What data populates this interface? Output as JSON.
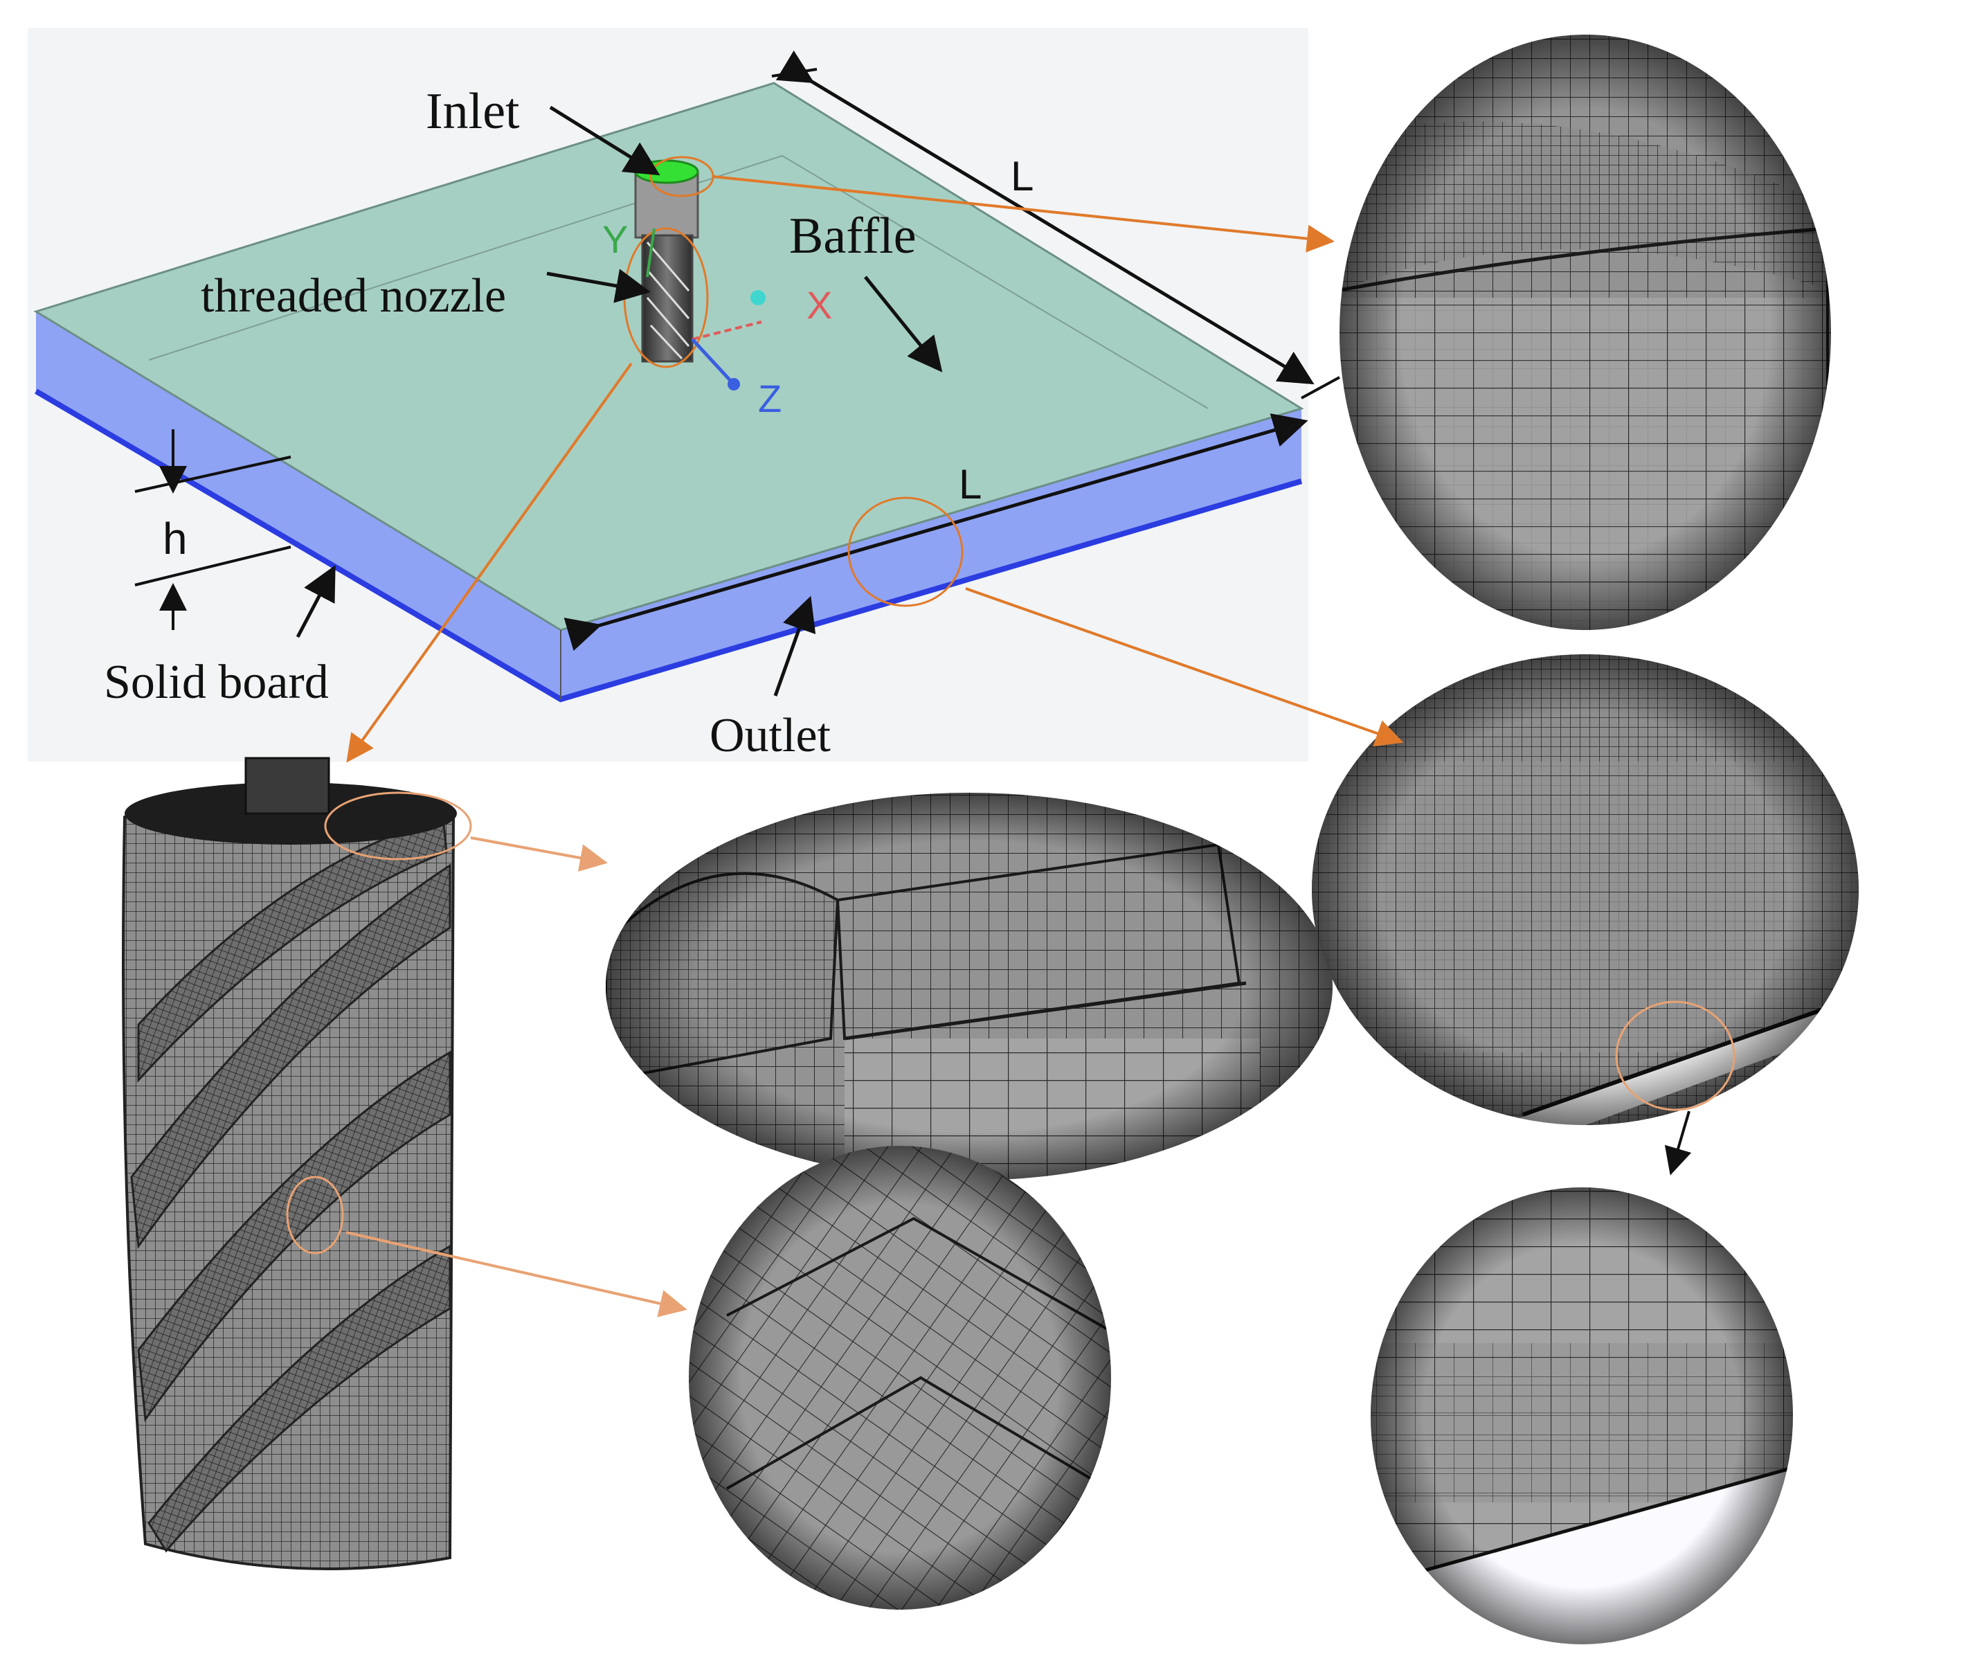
{
  "labels": {
    "inlet": "Inlet",
    "threaded_nozzle": "threaded nozzle",
    "baffle": "Baffle",
    "solid_board": "Solid board",
    "outlet": "Outlet",
    "dim_L_top": "L",
    "dim_L_front": "L",
    "dim_h": "h"
  },
  "axes": {
    "x": "X",
    "y": "Y",
    "z": "Z"
  },
  "colors": {
    "baffle_top": "#a6cfc3",
    "board_side": "#8fa3f5",
    "board_edge": "#2b3de0",
    "inlet": "#33e033",
    "mesh_face": "#8e8e8e",
    "mesh_line": "#2a2a2a",
    "callout": "#e07a2a",
    "callout_light": "#e8a273",
    "axis_x": "#e05a5a",
    "axis_y": "#3aa84a",
    "axis_z": "#3a5fe0"
  }
}
